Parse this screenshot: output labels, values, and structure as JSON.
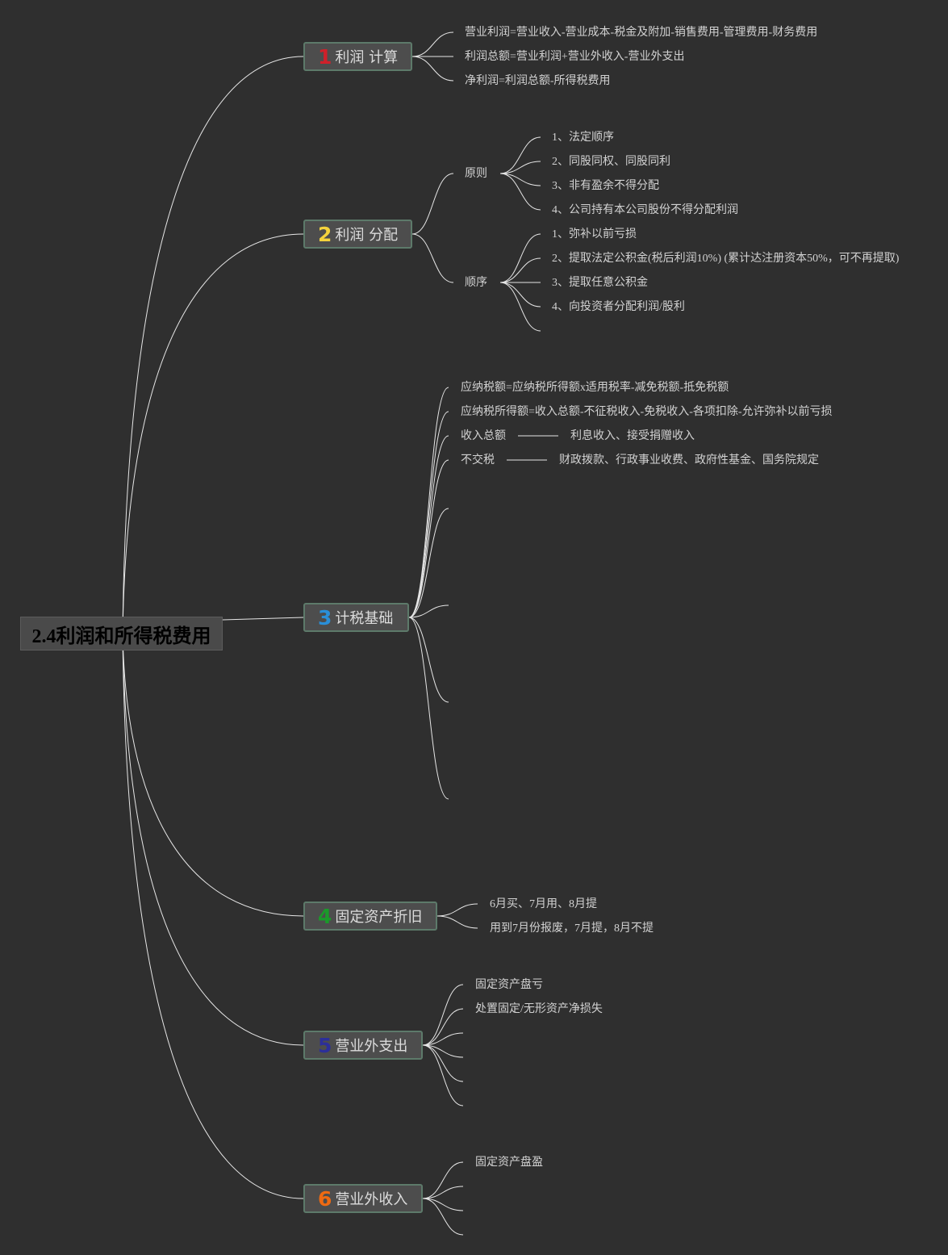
{
  "root": {
    "title": "2.4利润和所得税费用"
  },
  "colors": {
    "background": "#2f2f2f",
    "line": "#e6e6e6",
    "num_1": "#d0202a",
    "num_2": "#f4d23c",
    "num_3": "#2a8fd8",
    "num_4": "#1a9a2a",
    "num_5": "#2c2f9a",
    "num_6": "#ef6a12"
  },
  "branches": [
    {
      "num": "1",
      "label": "利润 计算",
      "items": [
        "营业利润=营业收入-营业成本-税金及附加-销售费用-管理费用-财务费用",
        "利润总额=营业利润+营业外收入-营业外支出",
        "净利润=利润总额-所得税费用"
      ]
    },
    {
      "num": "2",
      "label": "利润 分配",
      "groups": [
        {
          "label": "原则",
          "items": [
            "1、法定顺序",
            "2、同股同权、同股同利",
            "3、非有盈余不得分配",
            "4、公司持有本公司股份不得分配利润"
          ]
        },
        {
          "label": "顺序",
          "items": [
            "1、弥补以前亏损",
            "2、提取法定公积金(税后利润10%) (累计达注册资本50%，可不再提取)",
            "3、提取任意公积金",
            "4、向投资者分配利润/股利"
          ]
        }
      ]
    },
    {
      "num": "3",
      "label": "计税基础",
      "items": [
        "应纳税额=应纳税所得额x适用税率-减免税额-抵免税额",
        "应纳税所得额=收入总额-不征税收入-免税收入-各项扣除-允许弥补以前亏损"
      ],
      "pairs": [
        {
          "label": "收入总额",
          "detail": "利息收入、接受捐赠收入"
        },
        {
          "label": "不交税",
          "detail": "财政拨款、行政事业收费、政府性基金、国务院规定"
        }
      ]
    },
    {
      "num": "4",
      "label": "固定资产折旧",
      "items": [
        "6月买、7月用、8月提",
        "用到7月份报废，7月提，8月不提"
      ]
    },
    {
      "num": "5",
      "label": "营业外支出",
      "items": [
        "固定资产盘亏",
        "处置固定/无形资产净损失"
      ]
    },
    {
      "num": "6",
      "label": "营业外收入",
      "items": [
        "固定资产盘盈"
      ]
    }
  ]
}
